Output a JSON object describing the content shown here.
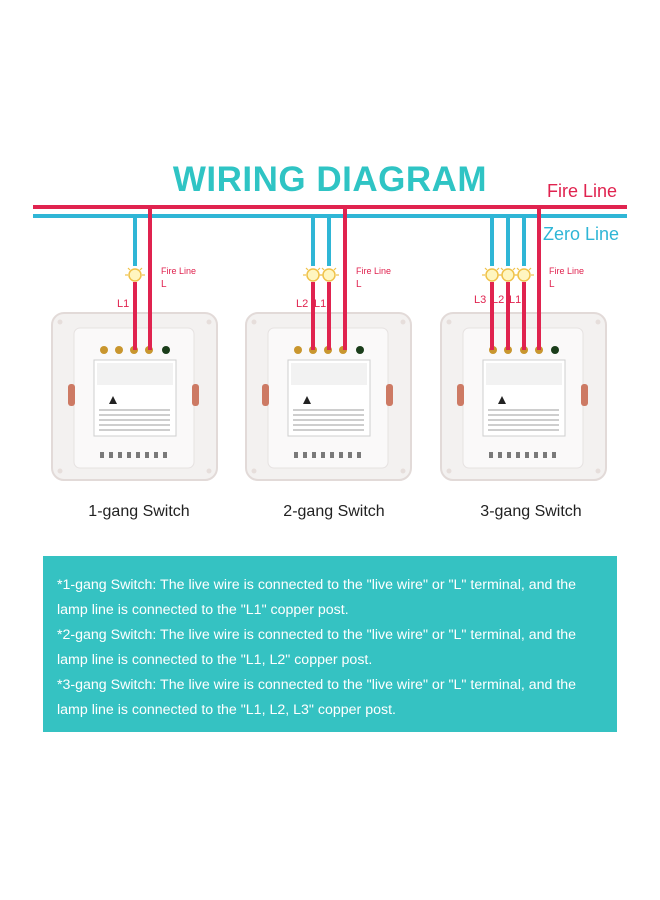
{
  "title": "WIRING DIAGRAM",
  "fire_line_label": "Fire Line",
  "zero_line_label": "Zero Line",
  "colors": {
    "fire": "#e0234f",
    "zero": "#2fb6d6",
    "title": "#2fc4c4",
    "panel": "#35c2c2"
  },
  "switches": [
    {
      "caption": "1-gang Switch",
      "fire_tag": "Fire Line",
      "fire_abbr": "L",
      "lamp_labels": [
        "L1"
      ]
    },
    {
      "caption": "2-gang Switch",
      "fire_tag": "Fire Line",
      "fire_abbr": "L",
      "lamp_labels": [
        "L2",
        "L1"
      ]
    },
    {
      "caption": "3-gang Switch",
      "fire_tag": "Fire Line",
      "fire_abbr": "L",
      "lamp_labels": [
        "L3",
        "L2",
        "L1"
      ]
    }
  ],
  "notes": [
    "*1-gang Switch: The live wire is connected to the \"live wire\" or \"L\" terminal, and the lamp line is connected to the \"L1\" copper post.",
    "*2-gang Switch: The live wire is connected to the \"live wire\" or \"L\" terminal, and the lamp line is connected to the \"L1, L2\" copper post.",
    "*3-gang Switch: The live wire is connected to the \"live wire\" or \"L\" terminal, and the lamp line is connected to the \"L1, L2, L3\" copper post."
  ]
}
